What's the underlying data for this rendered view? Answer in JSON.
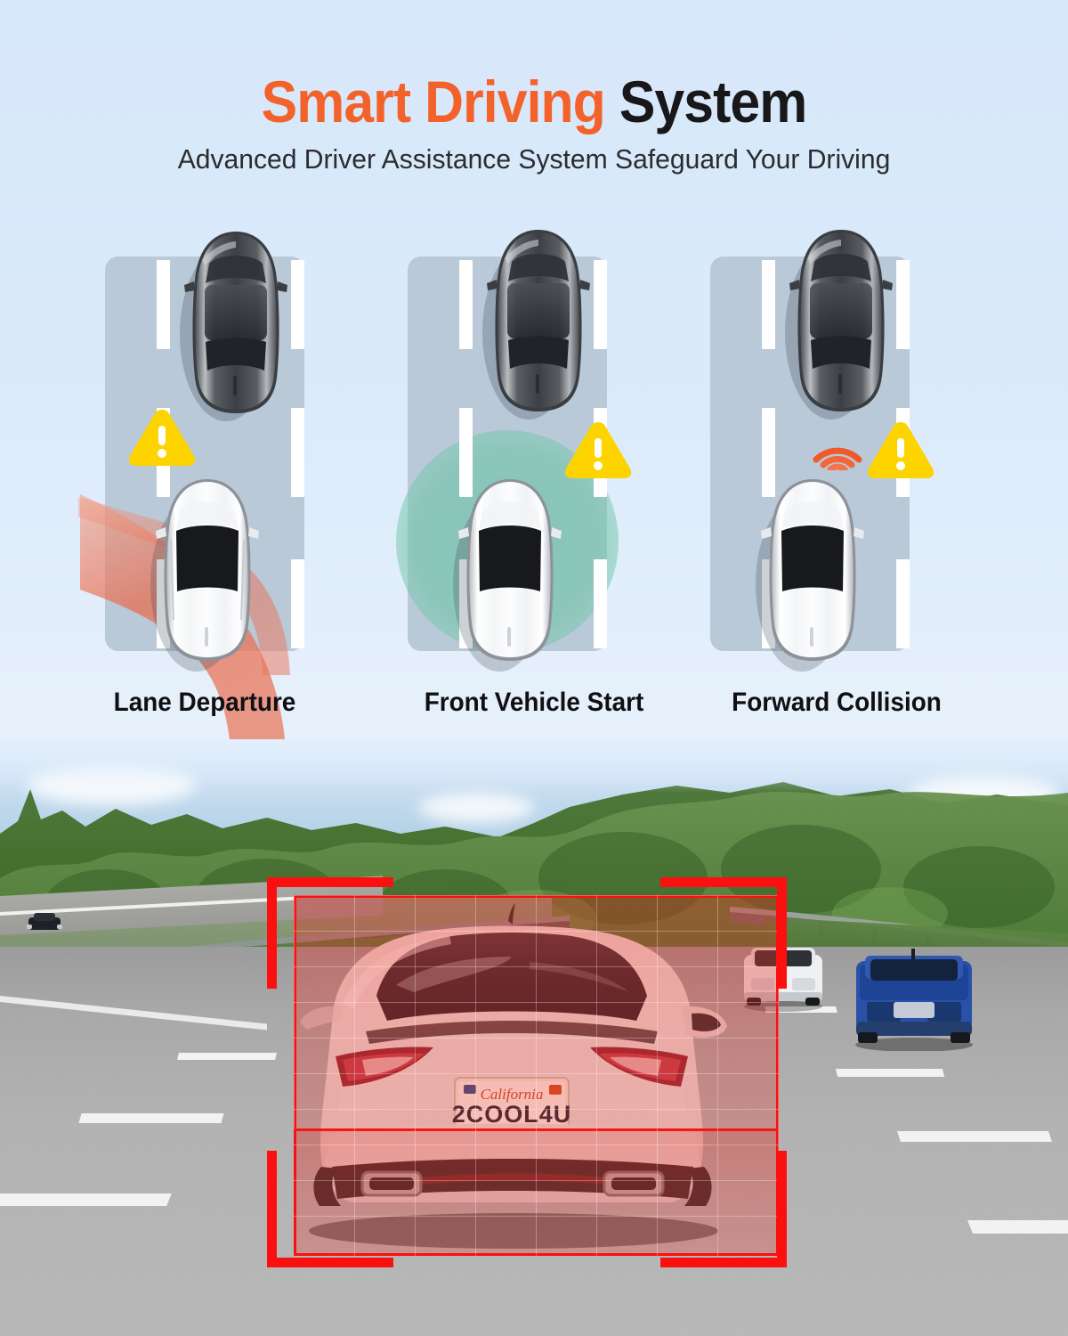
{
  "header": {
    "title_accent": "Smart Driving",
    "title_rest": " System",
    "subtitle": "Advanced Driver Assistance System Safeguard Your Driving",
    "accent_color": "#f4622b",
    "title_color": "#18181a"
  },
  "features": [
    {
      "id": "lane-departure",
      "label": "Lane Departure",
      "warning_icon": "warning-triangle-icon",
      "warning_color": "#fdd300",
      "effect": "orange-drift-path",
      "effect_color": "#ea6a4d",
      "cars": [
        "dark-car",
        "white-car"
      ]
    },
    {
      "id": "front-vehicle-start",
      "label": "Front Vehicle Start",
      "warning_icon": "warning-triangle-icon",
      "warning_color": "#fdd300",
      "effect": "green-detection-glow",
      "effect_color": "#68c1a3",
      "cars": [
        "dark-car",
        "white-car"
      ]
    },
    {
      "id": "forward-collision",
      "label": "Forward Collision",
      "warning_icon": "warning-triangle-icon",
      "warning_color": "#fdd300",
      "effect": "radar-signal-waves",
      "effect_color": "#f05a28",
      "cars": [
        "dark-car",
        "white-car"
      ]
    }
  ],
  "photo": {
    "license_plate": {
      "state": "California",
      "number": "2COOL4U"
    },
    "detection_box_color": "#fb1010",
    "scene": {
      "subject_vehicle": "white-sedan",
      "other_vehicles": [
        "blue-wagon",
        "white-hatchback",
        "dark-car-oncoming"
      ],
      "setting": "highway-with-forest"
    }
  },
  "colors": {
    "background_top": "#d7e8fa",
    "panel": "#b9c9d8",
    "lane_mark": "#ffffff"
  }
}
